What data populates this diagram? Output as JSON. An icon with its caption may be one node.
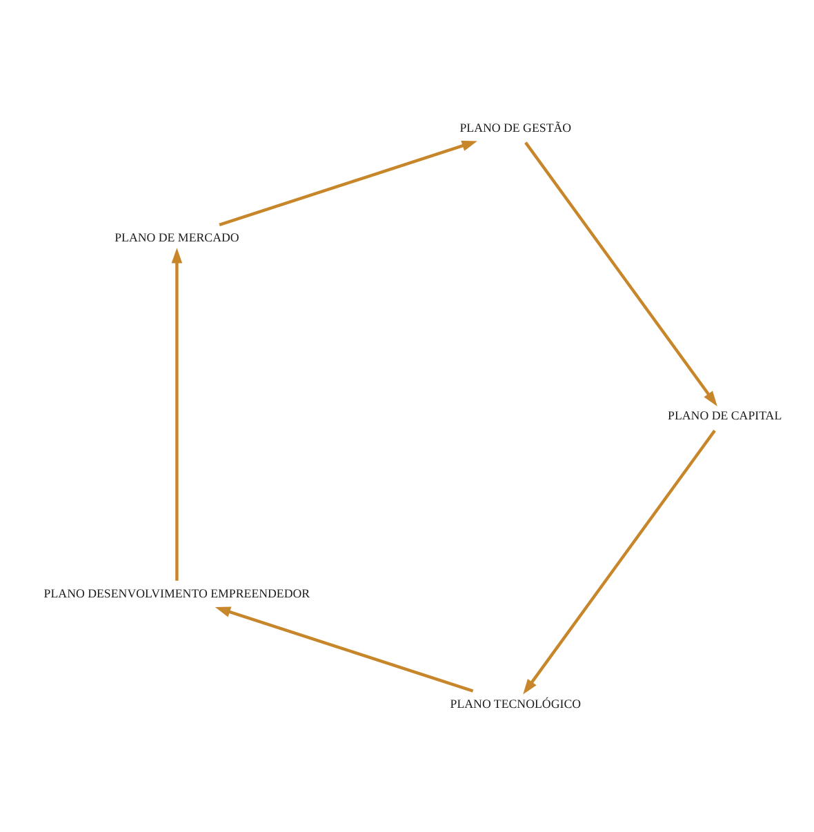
{
  "diagram": {
    "nodes": [
      {
        "text": [
          "PLANO TECNOLÓGICO"
        ]
      },
      {
        "text": [
          "PLANO DESENVOLVIMENTO EMPREENDEDOR"
        ]
      },
      {
        "text": [
          "PLANO DE MERCADO"
        ]
      },
      {
        "text": [
          "PLANO DE GESTÃO"
        ]
      },
      {
        "text": [
          "PLANO DE CAPITAL"
        ]
      }
    ],
    "edges": [
      {
        "from": 0,
        "to": 1,
        "arrow": "to"
      },
      {
        "from": 1,
        "to": 2,
        "arrow": "to"
      },
      {
        "from": 2,
        "to": 3,
        "arrow": "to"
      },
      {
        "from": 3,
        "to": 4,
        "arrow": "to"
      },
      {
        "from": 4,
        "to": 0,
        "arrow": "to"
      }
    ]
  }
}
